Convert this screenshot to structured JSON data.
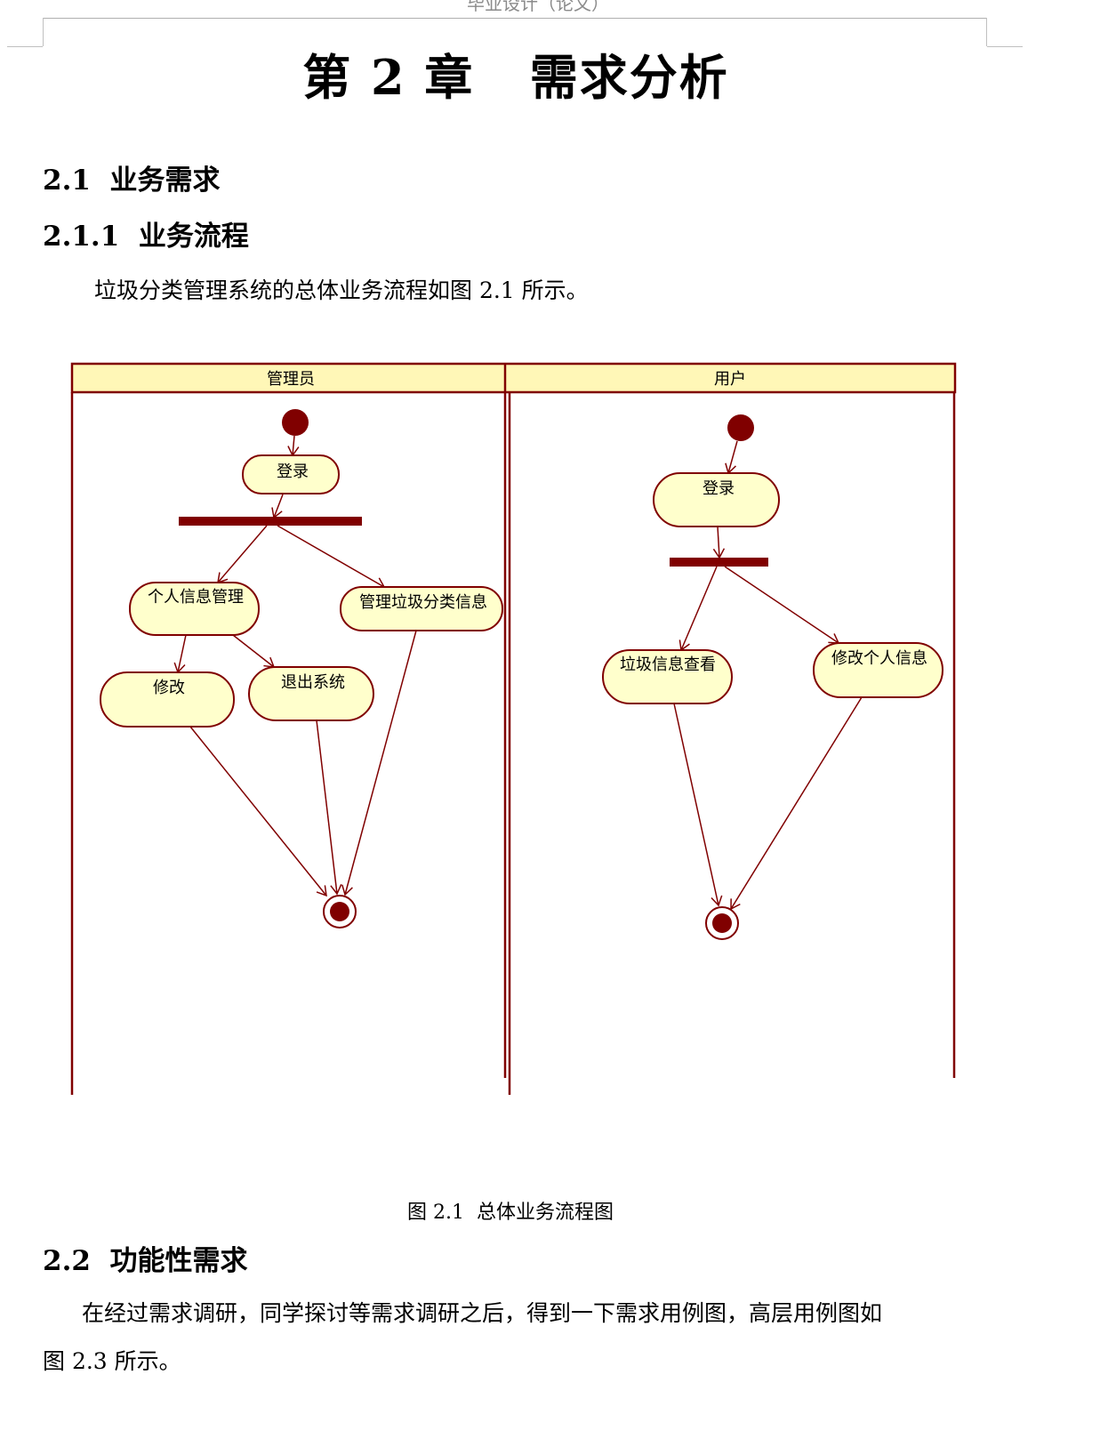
{
  "running_header": "毕业设计（论文）",
  "chapter_title": "第 2 章   需求分析",
  "sections": {
    "s2_1": "2.1  业务需求",
    "s2_1_1": "2.1.1  业务流程",
    "intro_paragraph": "垃圾分类管理系统的总体业务流程如图 2.1 所示。",
    "figure_caption": "图 2.1  总体业务流程图",
    "s2_2": "2.2  功能性需求",
    "para_line1": "在经过需求调研，同学探讨等需求调研之后，得到一下需求用例图，高层用例图如",
    "para_line2": "图 2.3 所示。"
  },
  "diagram": {
    "lanes": {
      "admin": "管理员",
      "user": "用户"
    },
    "admin_activities": {
      "login": "登录",
      "personal_info": "个人信息管理",
      "manage_garbage": "管理垃圾分类信息",
      "modify": "修改",
      "exit": "退出系统"
    },
    "user_activities": {
      "login": "登录",
      "view_garbage": "垃圾信息查看",
      "modify_info": "修改个人信息"
    },
    "colors": {
      "stroke": "#800000",
      "fill": "#ffffcc",
      "header_fill": "#fff7b7"
    }
  }
}
